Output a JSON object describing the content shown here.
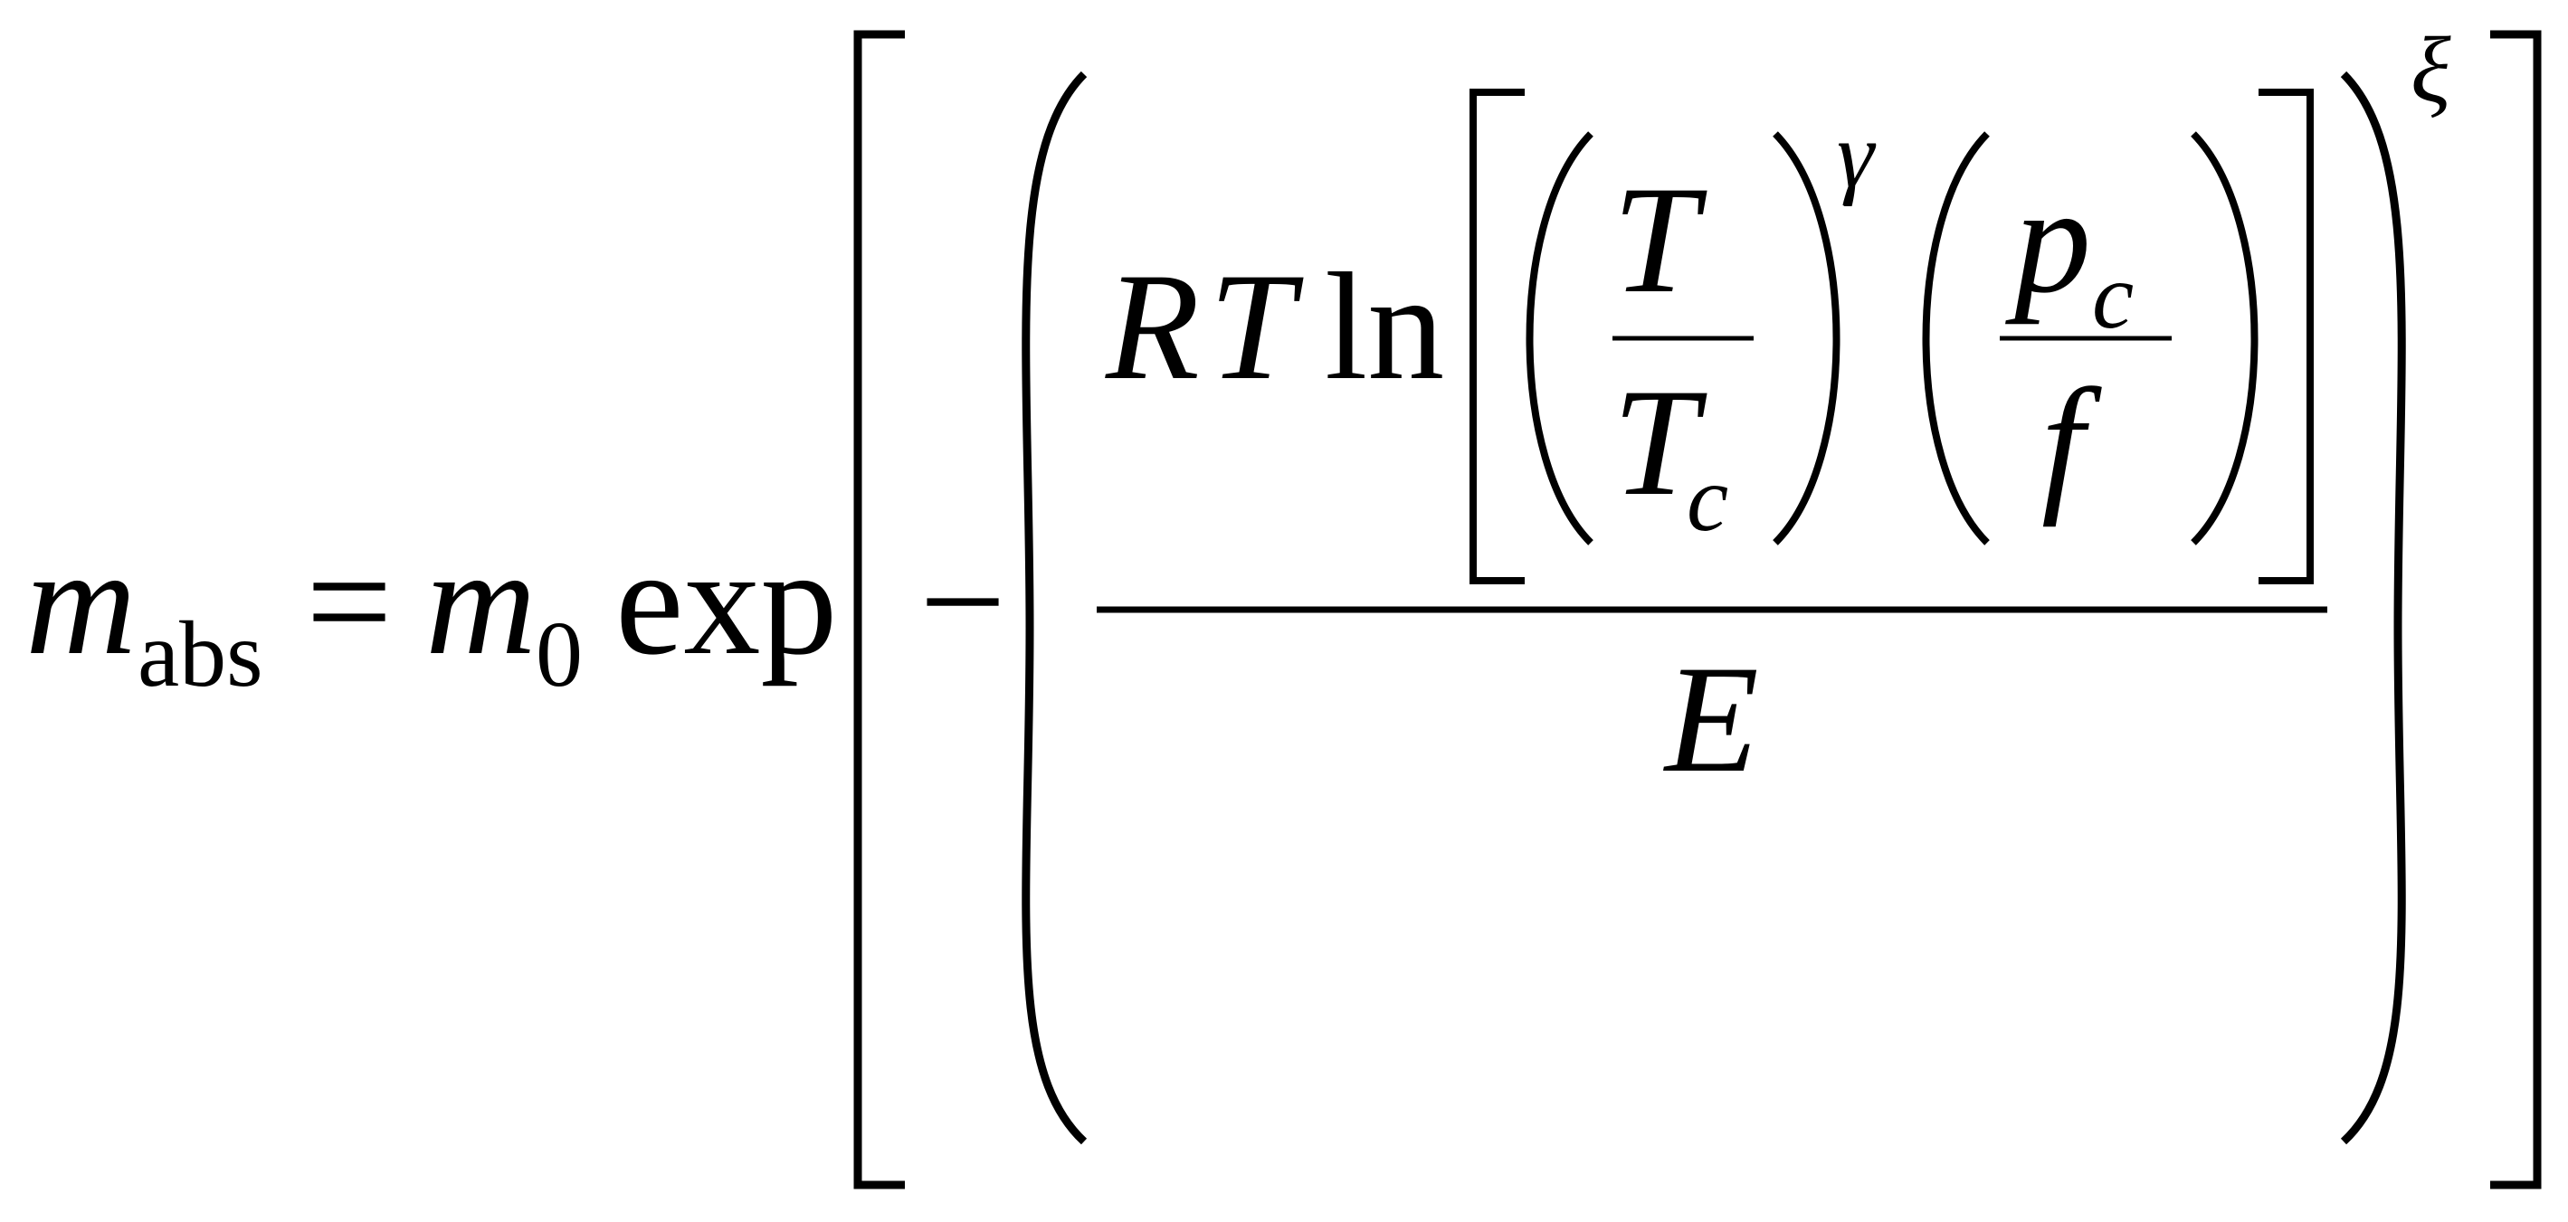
{
  "equation": {
    "lhs": {
      "symbol": "m",
      "subscript": "abs"
    },
    "equals": "=",
    "rhs": {
      "coefficient": "m",
      "coefficient_subscript": "0",
      "function": "exp",
      "minus": "−",
      "numerator": {
        "R": "R",
        "T": "T",
        "log_function": "ln",
        "ratio_T_num": "T",
        "ratio_T_den": "T",
        "ratio_T_den_sub": "c",
        "gamma": "γ",
        "ratio_p_num": "p",
        "ratio_p_num_sub": "c",
        "ratio_p_den": "f"
      },
      "denominator": "E",
      "outer_exponent": "ξ"
    }
  },
  "colors": {
    "ink": "#000000",
    "background": "#ffffff"
  }
}
